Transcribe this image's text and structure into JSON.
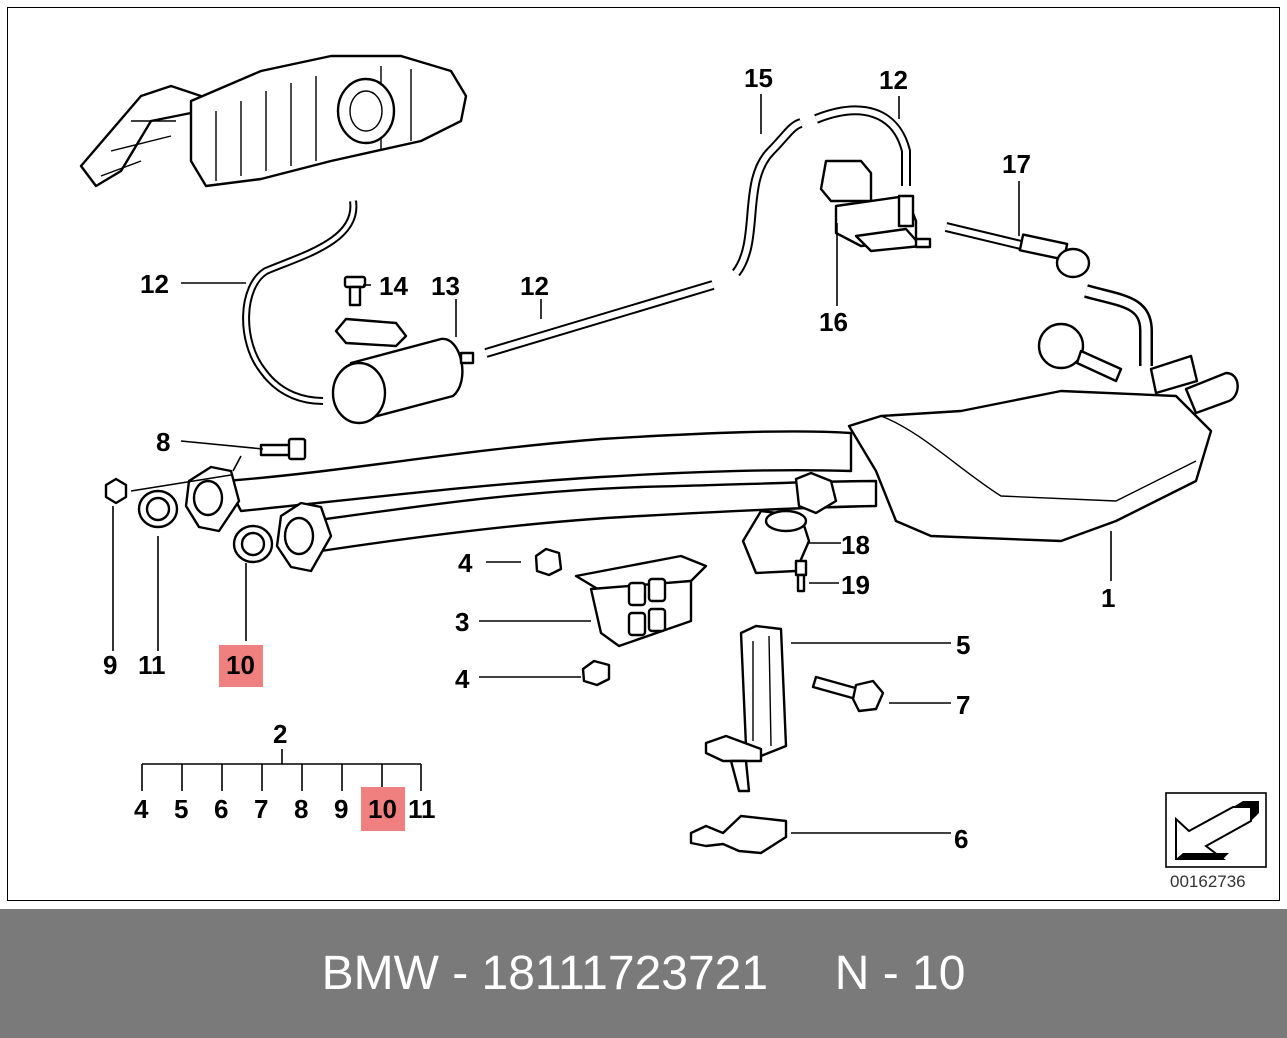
{
  "diagram": {
    "labels": {
      "top_15": "15",
      "top_12_right": "12",
      "top_17": "17",
      "left_12": "12",
      "label_14": "14",
      "label_13": "13",
      "mid_12": "12",
      "label_16": "16",
      "label_8": "8",
      "label_18": "18",
      "label_19": "19",
      "label_4_upper": "4",
      "label_3": "3",
      "label_4_lower": "4",
      "label_1": "1",
      "label_9": "9",
      "label_11": "11",
      "label_10": "10",
      "label_5": "5",
      "label_7": "7",
      "label_6": "6",
      "group_2": "2"
    },
    "group_items": [
      "4",
      "5",
      "6",
      "7",
      "8",
      "9",
      "10",
      "11"
    ],
    "highlighted_part": "10",
    "highlight_color": "#f08080",
    "diagram_code": "00162736",
    "nav_icon": "arrow-southwest-icon"
  },
  "footer": {
    "text": "BMW - 18111723721     N - 10",
    "background": "#7a7a7a"
  }
}
